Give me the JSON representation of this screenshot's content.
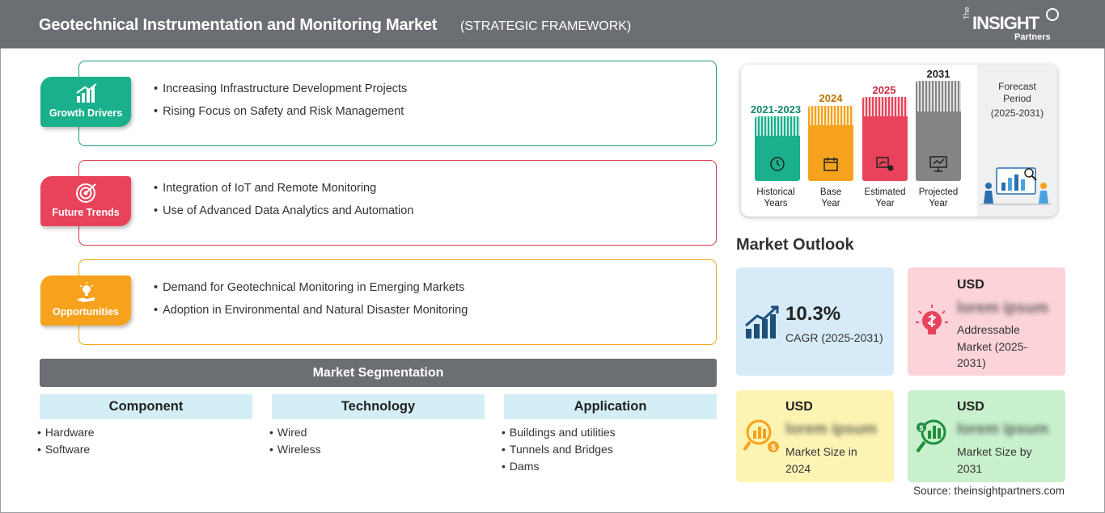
{
  "header": {
    "title": "Geotechnical Instrumentation and Monitoring Market",
    "subtitle": "(STRATEGIC FRAMEWORK)",
    "logo": {
      "the": "The",
      "insight": "INSIGHT",
      "partners": "Partners"
    }
  },
  "framework": {
    "growth_drivers": {
      "label": "Growth Drivers",
      "color": "#1bb08c",
      "icon": "bar-chart-growth-icon",
      "items": [
        "Increasing Infrastructure Development Projects",
        "Rising Focus on Safety and Risk Management"
      ]
    },
    "future_trends": {
      "label": "Future Trends",
      "color": "#e8435a",
      "icon": "target-icon",
      "items": [
        "Integration of IoT and Remote Monitoring",
        "Use of Advanced Data Analytics and Automation"
      ]
    },
    "opportunities": {
      "label": "Opportunities",
      "color": "#f7a21c",
      "icon": "lightbulb-hand-icon",
      "items": [
        "Demand for Geotechnical Monitoring in Emerging Markets",
        "Adoption in Environmental and Natural Disaster Monitoring"
      ]
    }
  },
  "segmentation": {
    "title": "Market Segmentation",
    "columns": [
      {
        "heading": "Component",
        "items": [
          "Hardware",
          "Software"
        ]
      },
      {
        "heading": "Technology",
        "items": [
          "Wired",
          "Wireless"
        ]
      },
      {
        "heading": "Application",
        "items": [
          "Buildings and utilities",
          "Tunnels and Bridges",
          "Dams"
        ]
      }
    ]
  },
  "timeline": {
    "periods": [
      {
        "year": "2021-2023",
        "label_line1": "Historical",
        "label_line2": "Years",
        "color": "#1bb08c",
        "icon": "history-clock-icon"
      },
      {
        "year": "2024",
        "label_line1": "Base",
        "label_line2": "Year",
        "color": "#f7a21c",
        "icon": "calendar-icon"
      },
      {
        "year": "2025",
        "label_line1": "Estimated",
        "label_line2": "Year",
        "color": "#e8435a",
        "icon": "estimate-chart-icon"
      },
      {
        "year": "2031",
        "label_line1": "Projected",
        "label_line2": "Year",
        "color": "#858585",
        "icon": "presentation-board-icon"
      }
    ],
    "forecast_title_line1": "Forecast",
    "forecast_title_line2": "Period",
    "forecast_years": "(2025-2031)"
  },
  "outlook": {
    "title": "Market Outlook",
    "cagr": {
      "value": "10.3%",
      "label": "CAGR (2025-2031)",
      "bg": "#d6ebf7"
    },
    "addressable": {
      "currency": "USD",
      "value": "lorem ipsum",
      "label_line1": "Addressable",
      "label_line2": "Market (2025-",
      "label_line3": "2031)",
      "bg": "#fbd3d9"
    },
    "size_2024": {
      "currency": "USD",
      "value": "lorem ipsum",
      "label_line1": "Market Size in",
      "label_line2": "2024",
      "bg": "#fdf4b3"
    },
    "size_2031": {
      "currency": "USD",
      "value": "lorem ipsum",
      "label_line1": "Market Size by",
      "label_line2": "2031",
      "bg": "#c8f0cc"
    }
  },
  "source": "Source: theinsightpartners.com"
}
